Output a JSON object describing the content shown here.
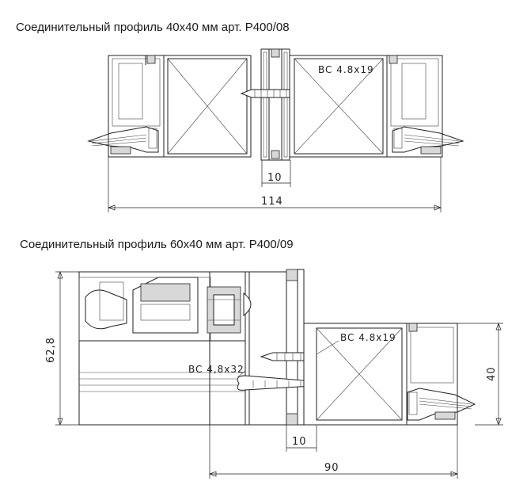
{
  "titles": {
    "top": "Соединительный профиль 40х40 мм арт. P400/08",
    "bottom": "Соединительный профиль 60х40 мм арт. P400/09"
  },
  "top_drawing": {
    "screw_label": "BC  4.8x19",
    "dim_gap": "10",
    "dim_overall": "114"
  },
  "bottom_drawing": {
    "screw_label_1": "BC  4.8x19",
    "screw_label_2": "BC  4,8x32",
    "dim_height_left": "62,8",
    "dim_height_right": "40",
    "dim_gap": "10",
    "dim_overall": "90"
  }
}
